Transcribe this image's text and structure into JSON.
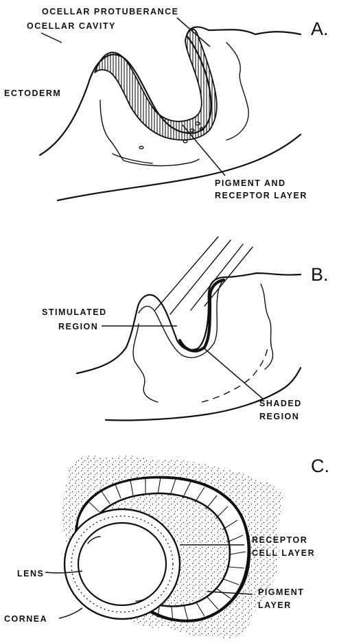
{
  "panels": {
    "a": {
      "letter": "A.",
      "labels": {
        "ocellar_protuberance": "OCELLAR PROTUBERANCE",
        "ocellar_cavity": "OCELLAR CAVITY",
        "ectoderm": "ECTODERM",
        "pigment_line1": "PIGMENT AND",
        "pigment_line2": "RECEPTOR LAYER"
      }
    },
    "b": {
      "letter": "B.",
      "labels": {
        "stimulated_line1": "STIMULATED",
        "stimulated_line2": "REGION",
        "shaded_line1": "SHADED",
        "shaded_line2": "REGION"
      }
    },
    "c": {
      "letter": "C.",
      "labels": {
        "receptor_line1": "RECEPTOR",
        "receptor_line2": "CELL LAYER",
        "lens": "LENS",
        "pigment_line1": "PIGMENT",
        "pigment_line2": "LAYER",
        "cornea": "CORNEA"
      }
    }
  }
}
